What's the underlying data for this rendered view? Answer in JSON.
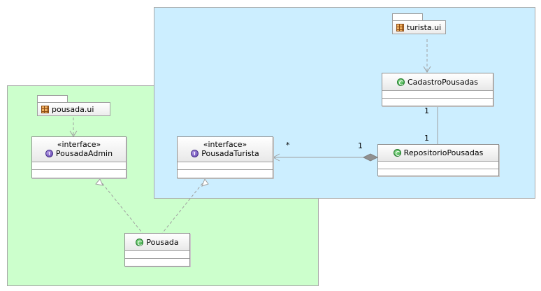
{
  "packages": {
    "turista_ui": {
      "label": "turista.ui",
      "icon": "package-icon"
    },
    "pousada_ui": {
      "label": "pousada.ui",
      "icon": "package-icon"
    }
  },
  "classes": {
    "cadastro_pousadas": {
      "name": "CadastroPousadas",
      "icon": "class-icon"
    },
    "repositorio_pousadas": {
      "name": "RepositorioPousadas",
      "icon": "class-icon"
    },
    "pousada_turista": {
      "stereotype": "«interface»",
      "name": "PousadaTurista",
      "icon": "interface-icon"
    },
    "pousada_admin": {
      "stereotype": "«interface»",
      "name": "PousadaAdmin",
      "icon": "interface-icon"
    },
    "pousada": {
      "name": "Pousada",
      "icon": "class-icon"
    }
  },
  "multiplicities": {
    "cadastro_side": "1",
    "repositorio_side": "1",
    "aggregation_many": "*",
    "aggregation_one": "1"
  },
  "colors": {
    "green_region": "#ccffcc",
    "blue_region": "#cceeff",
    "edge": "#9a9a9a"
  }
}
